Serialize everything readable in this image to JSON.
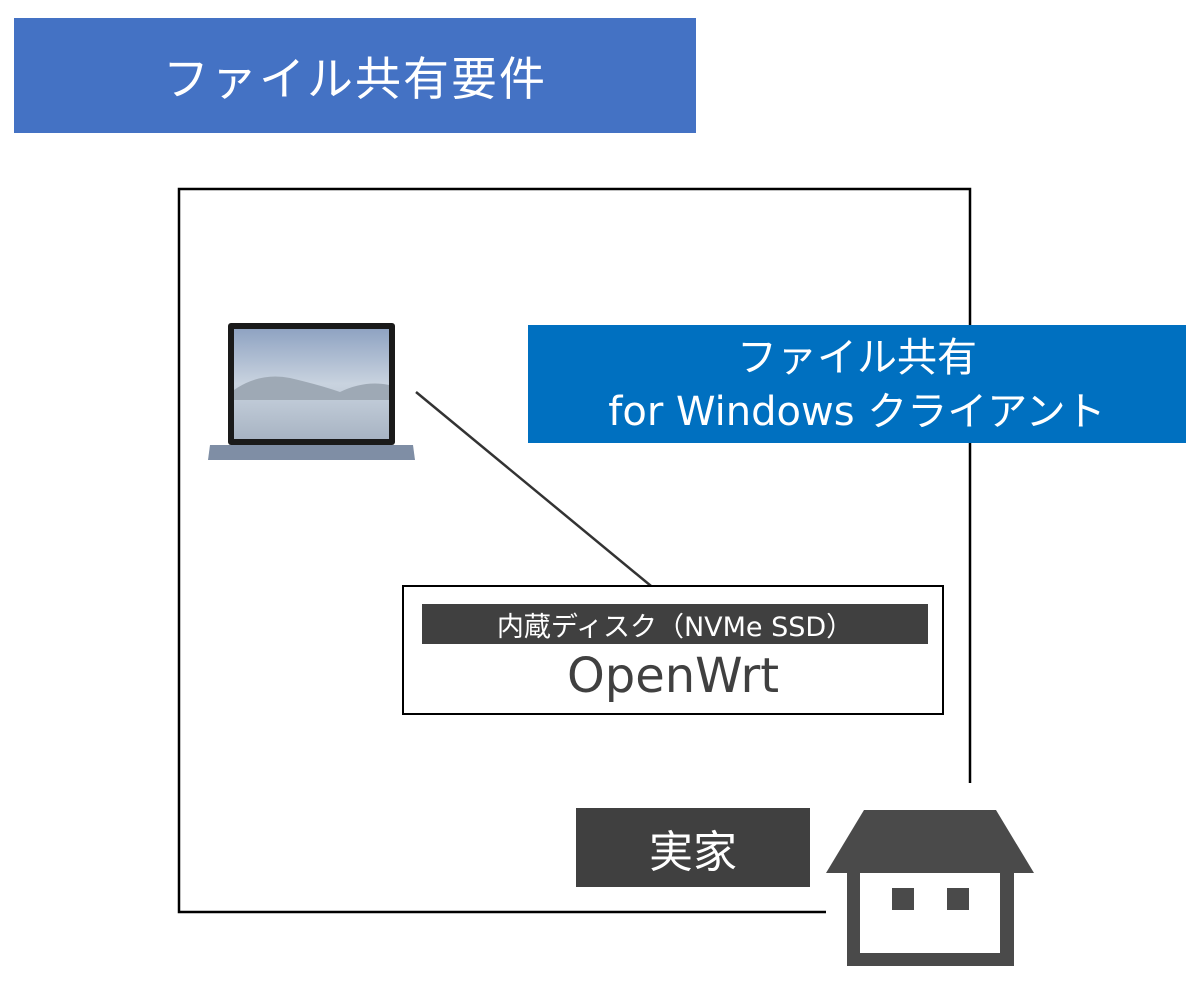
{
  "title": "ファイル共有要件",
  "callout": {
    "line1": "ファイル共有",
    "line2": "for Windows クライアント"
  },
  "router": {
    "disk_label": "内蔵ディスク（NVMe SSD）",
    "name": "OpenWrt"
  },
  "location_label": "実家",
  "colors": {
    "title_bg": "#4472C4",
    "callout_bg": "#0070C0",
    "dark": "#404040"
  }
}
